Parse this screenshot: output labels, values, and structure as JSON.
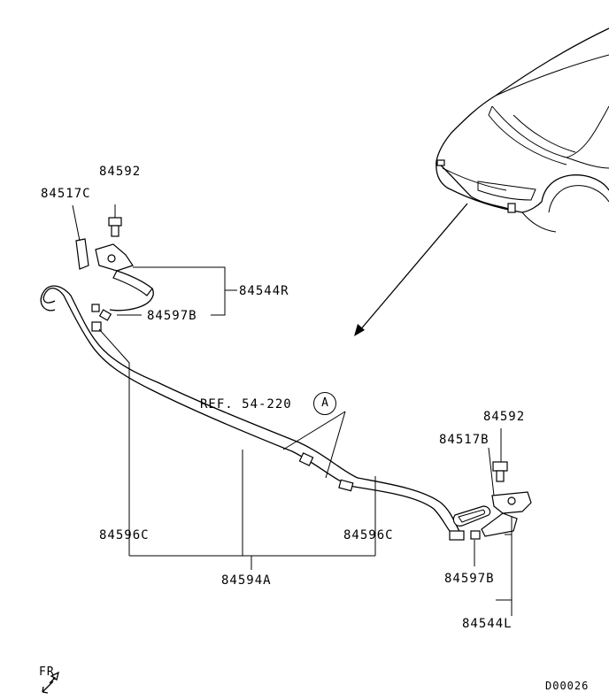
{
  "labels": {
    "p84592_r": "84592",
    "p84517c": "84517C",
    "p84544r": "84544R",
    "p84597b_r": "84597B",
    "ref": "REF. 54-220",
    "callout_a": "A",
    "p84592_l": "84592",
    "p84517b": "84517B",
    "p84596c_left": "84596C",
    "p84596c_right": "84596C",
    "p84594a": "84594A",
    "p84597b_l": "84597B",
    "p84544l": "84544L",
    "fr": "FR",
    "diagram_code": "D00026"
  }
}
